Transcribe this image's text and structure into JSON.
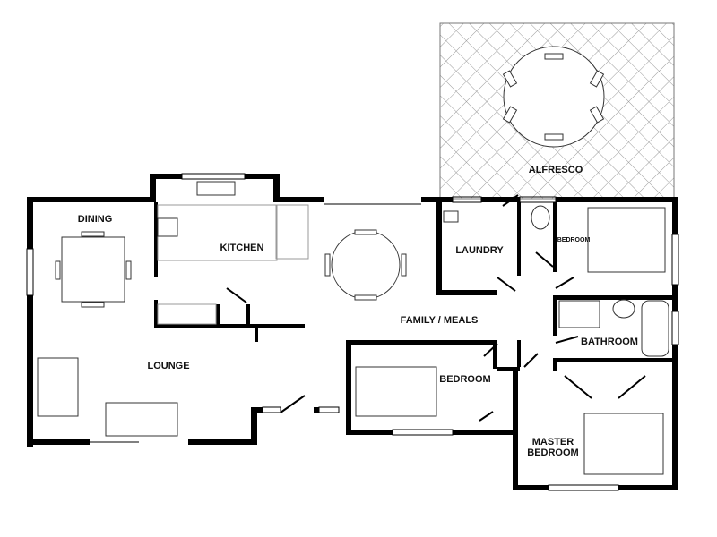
{
  "rooms": {
    "alfresco": "ALFRESCO",
    "dining": "DINING",
    "kitchen": "KITCHEN",
    "laundry": "LAUNDRY",
    "bedroom_small": "BEDROOM",
    "family_meals": "FAMILY / MEALS",
    "bathroom": "BATHROOM",
    "lounge": "LOUNGE",
    "bedroom": "BEDROOM",
    "master_bedroom_line1": "MASTER",
    "master_bedroom_line2": "BEDROOM"
  },
  "colors": {
    "wall": "#000000",
    "hatch": "#9a9a9a"
  }
}
